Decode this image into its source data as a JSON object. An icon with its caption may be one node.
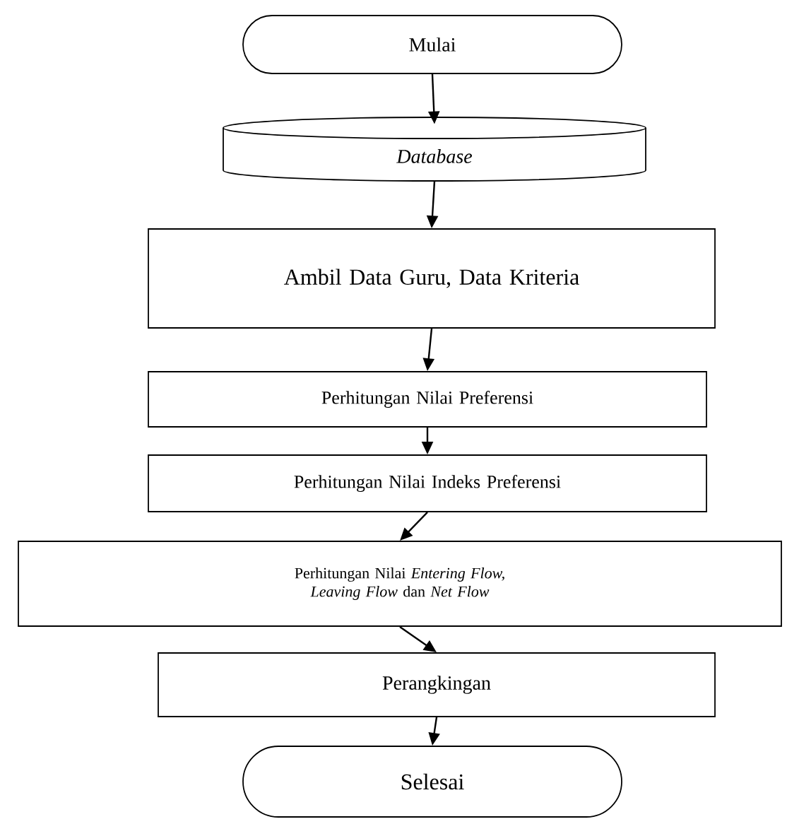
{
  "diagram": {
    "nodes": [
      {
        "text": [
          "Mulai"
        ]
      },
      {
        "text": [
          "Database"
        ]
      },
      {
        "text": [
          "Ambil Data Guru, Data Kriteria"
        ]
      },
      {
        "text": [
          "Perhitungan Nilai Preferensi"
        ]
      },
      {
        "text": [
          "Perhitungan Nilai Indeks Preferensi"
        ]
      },
      {
        "text": [
          "Perhitungan Nilai *Entering Flow, Leaving Flow* dan *Net Flow*"
        ]
      },
      {
        "text": [
          "Perangkingan"
        ]
      },
      {
        "text": [
          "Selesai"
        ]
      }
    ],
    "edges": [
      {
        "from": 0,
        "to": 1,
        "arrow": "to"
      },
      {
        "from": 1,
        "to": 2,
        "arrow": "to"
      },
      {
        "from": 2,
        "to": 3,
        "arrow": "to"
      },
      {
        "from": 3,
        "to": 4,
        "arrow": "to"
      },
      {
        "from": 4,
        "to": 5,
        "arrow": "to"
      },
      {
        "from": 5,
        "to": 6,
        "arrow": "to"
      },
      {
        "from": 6,
        "to": 7,
        "arrow": "to"
      }
    ]
  }
}
